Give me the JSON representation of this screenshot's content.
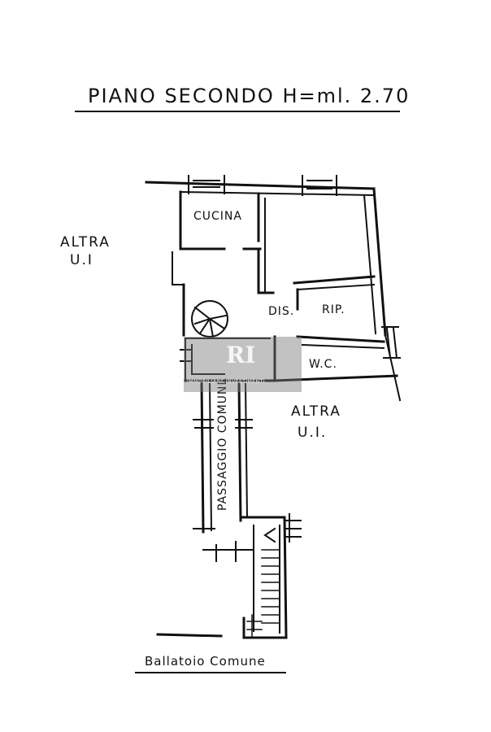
{
  "title": "PIANO SECONDO  H=ml. 2.70",
  "rooms": {
    "cucina": "CUCINA",
    "dis": "DIS.",
    "rip": "RIP.",
    "wc": "W.C."
  },
  "neighbors": {
    "left_line1": "ALTRA",
    "left_line2": "U.I",
    "right_line1": "ALTRA",
    "right_line2": "U.I."
  },
  "passage": "PASSAGGIO COMUNE",
  "footer": "Ballatoio Comune",
  "watermark": {
    "logo": "RI",
    "text": "IMMOBILIARE INVESTIMENTI"
  },
  "colors": {
    "ink": "#111111",
    "watermark": "#7a7a7a"
  }
}
